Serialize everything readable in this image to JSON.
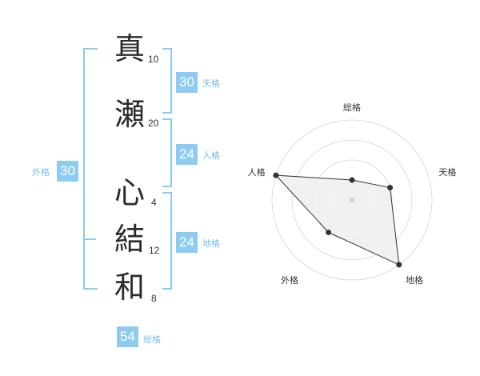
{
  "name_chars": [
    {
      "char": "真",
      "strokes": "10"
    },
    {
      "char": "瀬",
      "strokes": "20"
    },
    {
      "char": "心",
      "strokes": "4"
    },
    {
      "char": "結",
      "strokes": "12"
    },
    {
      "char": "和",
      "strokes": "8"
    }
  ],
  "kaku": {
    "ten": {
      "value": "30",
      "label": "天格"
    },
    "jin": {
      "value": "24",
      "label": "人格"
    },
    "chi": {
      "value": "24",
      "label": "地格"
    },
    "gai": {
      "value": "30",
      "label": "外格"
    },
    "sou": {
      "value": "54",
      "label": "総格"
    }
  },
  "radar": {
    "axes": [
      "総格",
      "天格",
      "地格",
      "外格",
      "人格"
    ],
    "levels": 4,
    "values": [
      1,
      2,
      4,
      2,
      4
    ],
    "fill_color": "#efefef",
    "line_color": "#333333",
    "ring_color": "#dddddd"
  },
  "colors": {
    "accent": "#8dcbf2",
    "label": "#79bde9"
  }
}
